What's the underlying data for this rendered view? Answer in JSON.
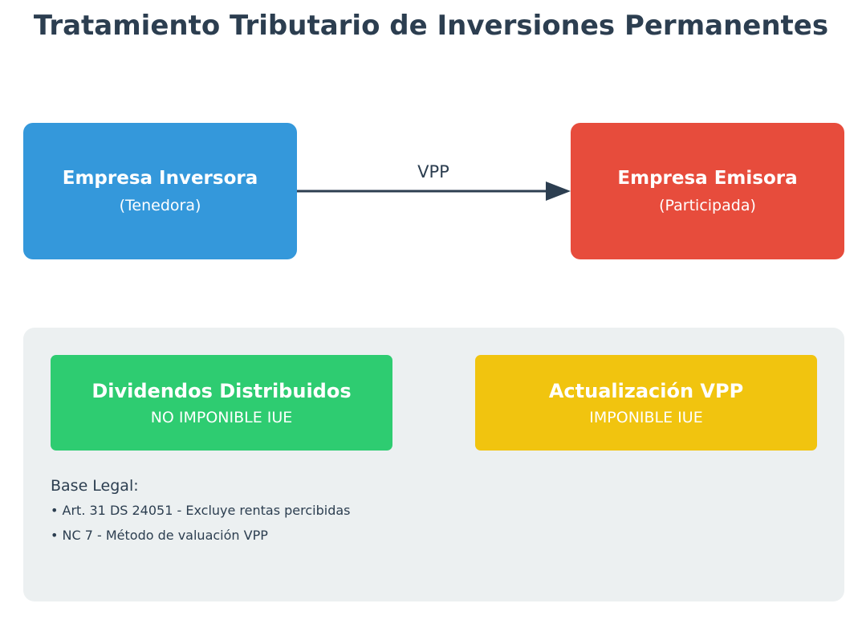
{
  "title": "Tratamiento Tributario de Inversiones Permanentes",
  "investor": {
    "name": "Empresa Inversora",
    "role": "(Tenedora)",
    "color": "#3498db"
  },
  "issuer": {
    "name": "Empresa Emisora",
    "role": "(Participada)",
    "color": "#e74c3c"
  },
  "arrow_label": "VPP",
  "dividends": {
    "title": "Dividendos Distribuidos",
    "status": "NO IMPONIBLE IUE",
    "color": "#2ecc71"
  },
  "update": {
    "title": "Actualización VPP",
    "status": "IMPONIBLE IUE",
    "color": "#f1c40f"
  },
  "legal": {
    "heading": "Base Legal:",
    "items": [
      "• Art. 31 DS 24051 - Excluye rentas percibidas",
      "• NC 7 - Método de valuación VPP"
    ]
  }
}
